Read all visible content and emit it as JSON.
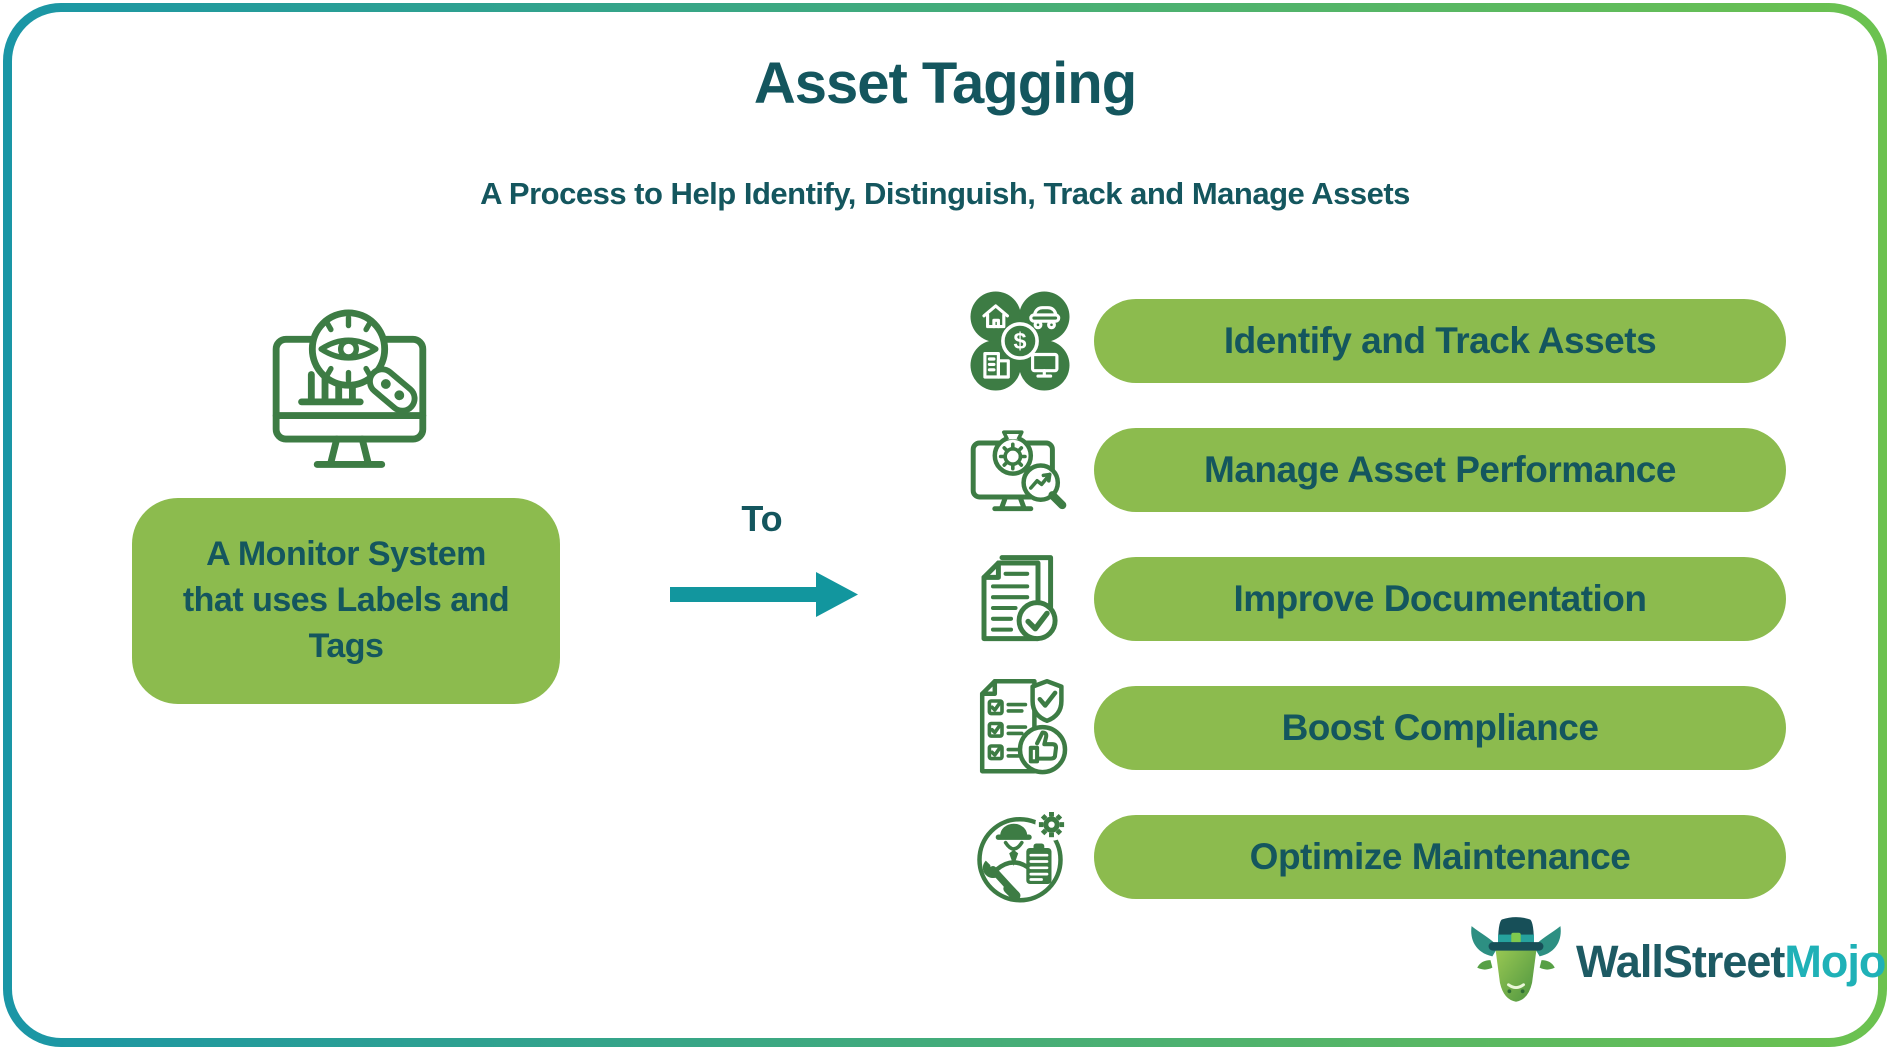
{
  "header": {
    "title": "Asset Tagging",
    "subtitle": "A Process to Help Identify, Distinguish, Track and Manage Assets"
  },
  "definition": {
    "icon": "monitor-eye-magnifier-icon",
    "label": "A Monitor System that uses Labels and Tags"
  },
  "connector": {
    "label": "To",
    "arrow_icon": "right-arrow-icon"
  },
  "benefits": [
    {
      "icon": "tangible-assets-icon",
      "label": "Identify and Track Assets"
    },
    {
      "icon": "asset-performance-monitor-icon",
      "label": "Manage Asset Performance"
    },
    {
      "icon": "documents-checkmark-icon",
      "label": "Improve Documentation"
    },
    {
      "icon": "compliance-checklist-shield-icon",
      "label": "Boost Compliance"
    },
    {
      "icon": "maintenance-worker-tools-icon",
      "label": "Optimize Maintenance"
    }
  ],
  "branding": {
    "logo_icon": "wallstreetmojo-bull-icon",
    "wordmark_primary": "WallStreet",
    "wordmark_accent": "Mojo"
  },
  "colors": {
    "dark_teal_text": "#14565e",
    "pill_green": "#8cbb4e",
    "icon_green": "#3d7c44",
    "arrow_teal": "#12969e",
    "border_teal": "#1a96a6",
    "border_green": "#6cc24f",
    "brand_teal": "#1fb1b7",
    "brand_dark": "#1d5a63",
    "card_bg": "#ffffff"
  }
}
